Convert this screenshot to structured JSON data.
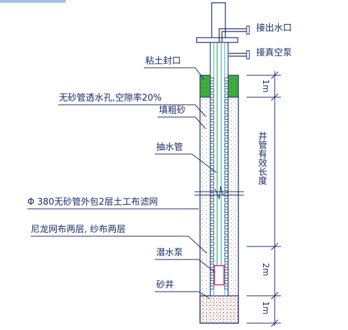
{
  "labels": {
    "outlet": "接出水口",
    "vacuum_pump": "接真空泵",
    "clay_seal": "粘土封口",
    "perforation": "无砂管透水孔,空隙率20%",
    "coarse_sand": "填粗砂",
    "suction_pipe": "抽水管",
    "filter_wrap": "Φ 380无砂管外包2层土工布滤网",
    "nylon_mesh": "尼龙网布两层, 纱布两层",
    "submersible_pump": "潜水泵",
    "sand_well": "砂井"
  },
  "dimensions": {
    "top_seal": "1m",
    "effective_length": "井管有效长度",
    "pump_zone": "2m",
    "bottom_sand": "1m"
  },
  "colors": {
    "line": "#1a2a66",
    "pipe_cyan": "#18b7c8",
    "pipe_green": "#3a9a3a",
    "clay_fill": "#3fae3f",
    "pump": "#d6238c",
    "sand_dots": "#b0b0b0",
    "red_dots": "#cc2222",
    "accent_bar": "#9dc3e6"
  }
}
